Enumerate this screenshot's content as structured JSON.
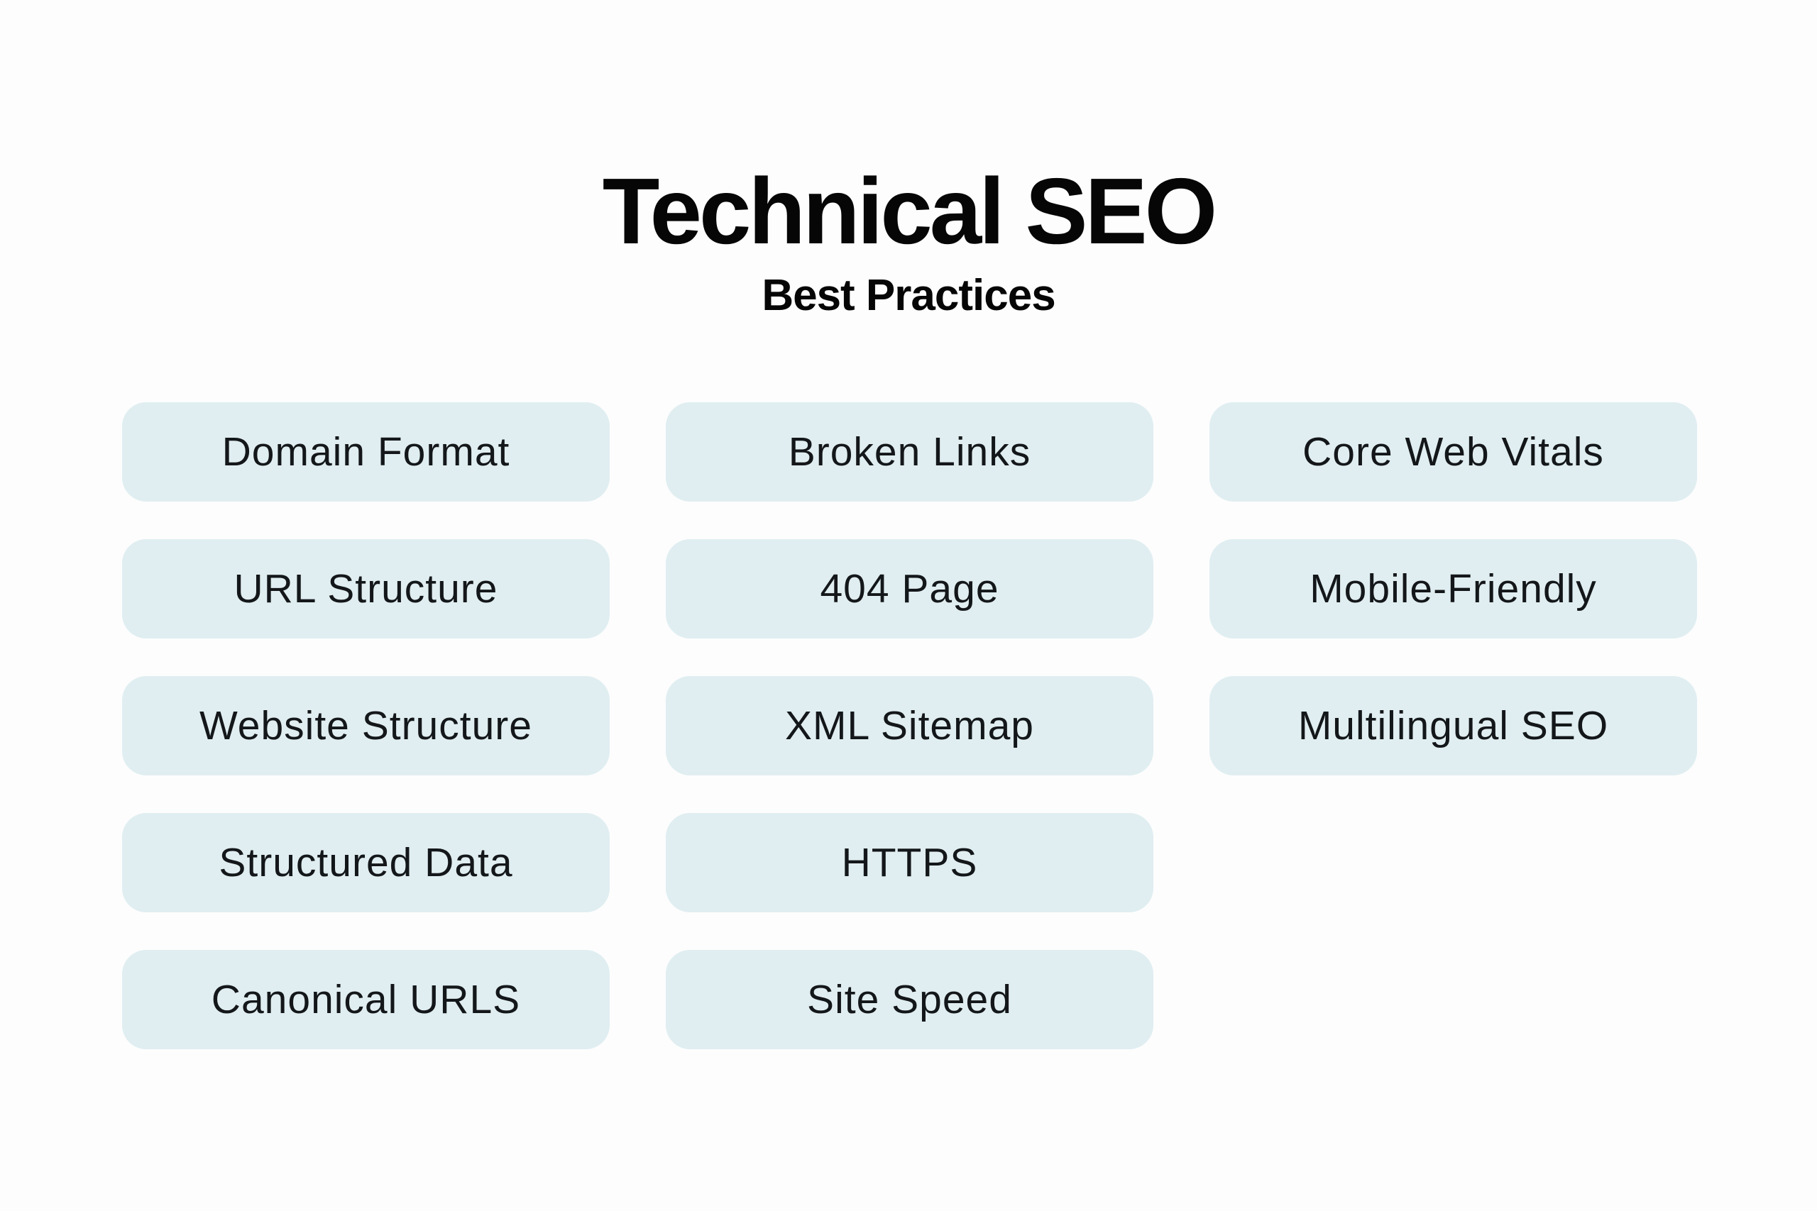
{
  "page": {
    "title": "Technical SEO",
    "subtitle": "Best Practices"
  },
  "colors": {
    "background": "#fdfdfd",
    "pill_fill": "#e0eef1",
    "title_text": "#060606",
    "pill_text": "#14171a"
  },
  "pills": {
    "rows": [
      {
        "cells": [
          "Domain Format",
          "Broken Links",
          "Core Web Vitals"
        ]
      },
      {
        "cells": [
          "URL Structure",
          "404 Page",
          "Mobile-Friendly"
        ]
      },
      {
        "cells": [
          "Website Structure",
          "XML Sitemap",
          "Multilingual SEO"
        ]
      },
      {
        "cells": [
          "Structured Data",
          "HTTPS"
        ]
      },
      {
        "cells": [
          "Canonical URLS",
          "Site Speed"
        ]
      }
    ]
  }
}
